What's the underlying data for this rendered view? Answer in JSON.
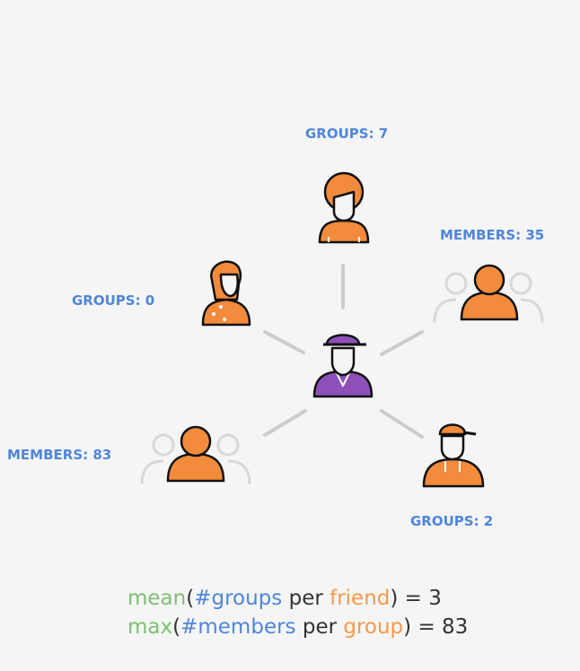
{
  "colors": {
    "orange": "#f28b3b",
    "purple": "#8e4fb8",
    "label_blue": "#4f86d9",
    "formula_green": "#7dbf72",
    "formula_orange": "#f29b4b",
    "edge": "#cccccc"
  },
  "labels": {
    "top": "GROUPS: 7",
    "upper_right": "MEMBERS: 35",
    "upper_left": "GROUPS: 0",
    "lower_left": "MEMBERS: 83",
    "lower_right": "GROUPS: 2"
  },
  "formula": {
    "line1": {
      "fn": "mean",
      "open": "(",
      "stat": "#groups",
      "mid": " per ",
      "entity": "friend",
      "close": ") = ",
      "value": "3"
    },
    "line2": {
      "fn": "max",
      "open": "(",
      "stat": "#members",
      "mid": " per ",
      "entity": "group",
      "close": ") = ",
      "value": "83"
    }
  },
  "icons": {
    "center": "user-with-hat-icon",
    "top": "person-icon",
    "upper_left": "woman-icon",
    "upper_right": "group-icon",
    "lower_left": "group-icon",
    "lower_right": "person-with-cap-icon"
  }
}
